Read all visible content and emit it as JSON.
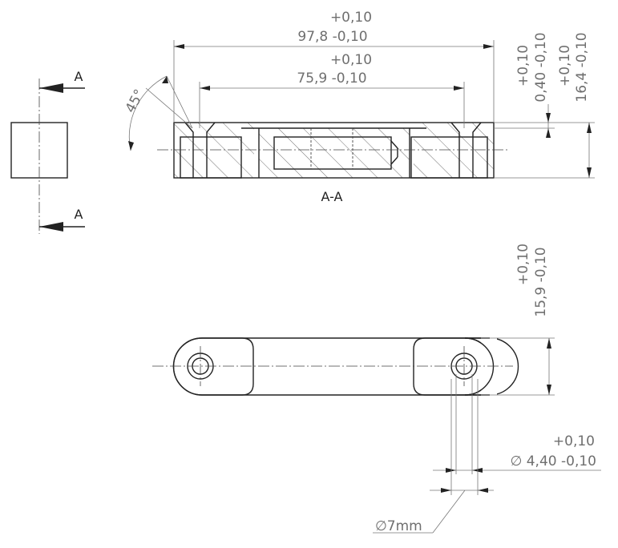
{
  "section": {
    "cut_label_top": "A",
    "cut_label_bottom": "A",
    "title": "A-A"
  },
  "dims": {
    "overall_length": {
      "tol_plus": "+0,10",
      "value": "97,8 -0,10"
    },
    "hole_spacing": {
      "tol_plus": "+0,10",
      "value": "75,9 -0,10"
    },
    "chamfer_angle": "45°",
    "lip_thickness": {
      "tol_plus": "+0,10",
      "value": "0,40 -0,10"
    },
    "height": {
      "tol_plus": "+0,10",
      "value": "16,4 -0,10"
    },
    "width": {
      "tol_plus": "+0,10",
      "value": "15,9 -0,10"
    },
    "hole_diameter": {
      "tol_plus": "+0,10",
      "value": "∅ 4,40 -0,10"
    },
    "counterbore": "∅7mm"
  }
}
